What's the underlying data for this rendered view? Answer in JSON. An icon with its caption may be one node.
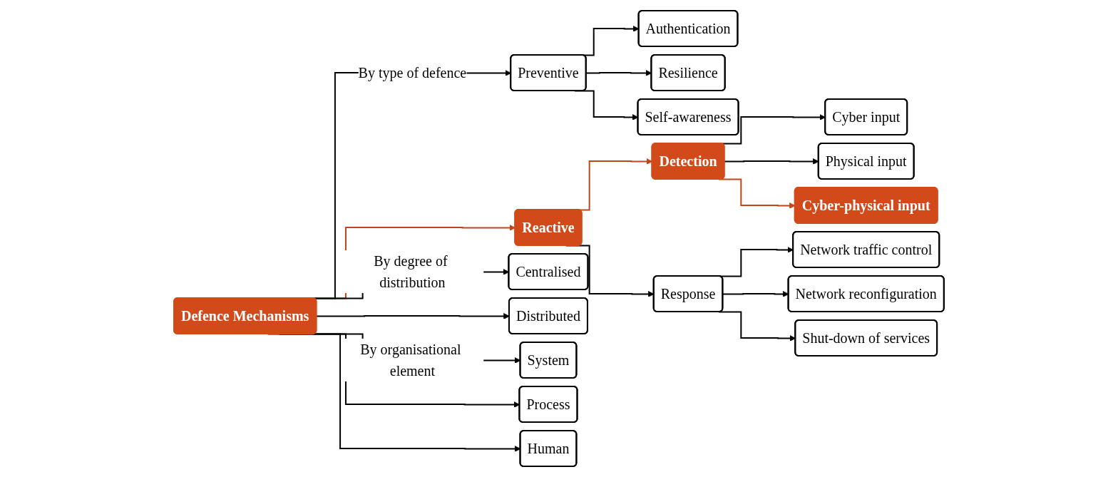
{
  "diagram": {
    "nodes": [
      {
        "text": [
          "Defence Mechanisms"
        ]
      },
      {
        "text": [
          "Preventive"
        ]
      },
      {
        "text": [
          "Authentication"
        ]
      },
      {
        "text": [
          "Resilience"
        ]
      },
      {
        "text": [
          "Self-awareness"
        ]
      },
      {
        "text": [
          "Reactive"
        ]
      },
      {
        "text": [
          "Detection"
        ]
      },
      {
        "text": [
          "Cyber input"
        ]
      },
      {
        "text": [
          "Physical input"
        ]
      },
      {
        "text": [
          "Cyber-physical input"
        ]
      },
      {
        "text": [
          "Response"
        ]
      },
      {
        "text": [
          "Network traffic control"
        ]
      },
      {
        "text": [
          "Network reconfiguration"
        ]
      },
      {
        "text": [
          "Shut-down of services"
        ]
      },
      {
        "text": [
          "Centralised"
        ]
      },
      {
        "text": [
          "Distributed"
        ]
      },
      {
        "text": [
          "System"
        ]
      },
      {
        "text": [
          "Process"
        ]
      },
      {
        "text": [
          "Human"
        ]
      }
    ],
    "edges": [
      {
        "from": 0,
        "to": 1,
        "arrow": "to",
        "label": "By type of defence"
      },
      {
        "from": 0,
        "to": 5,
        "arrow": "to",
        "color": "#c0461a"
      },
      {
        "from": 1,
        "to": 2,
        "arrow": "to"
      },
      {
        "from": 1,
        "to": 3,
        "arrow": "to"
      },
      {
        "from": 1,
        "to": 4,
        "arrow": "to"
      },
      {
        "from": 5,
        "to": 6,
        "arrow": "to",
        "color": "#c0461a"
      },
      {
        "from": 5,
        "to": 10,
        "arrow": "to"
      },
      {
        "from": 6,
        "to": 7,
        "arrow": "to"
      },
      {
        "from": 6,
        "to": 8,
        "arrow": "to"
      },
      {
        "from": 6,
        "to": 9,
        "arrow": "to",
        "color": "#c0461a"
      },
      {
        "from": 10,
        "to": 11,
        "arrow": "to"
      },
      {
        "from": 10,
        "to": 12,
        "arrow": "to"
      },
      {
        "from": 10,
        "to": 13,
        "arrow": "to"
      },
      {
        "from": 0,
        "to": 14,
        "arrow": "to",
        "label": "By degree of distribution"
      },
      {
        "from": 0,
        "to": 15,
        "arrow": "to"
      },
      {
        "from": 0,
        "to": 16,
        "arrow": "to",
        "label": "By organisational element"
      },
      {
        "from": 0,
        "to": 17,
        "arrow": "to"
      },
      {
        "from": 0,
        "to": 18,
        "arrow": "to"
      }
    ]
  }
}
